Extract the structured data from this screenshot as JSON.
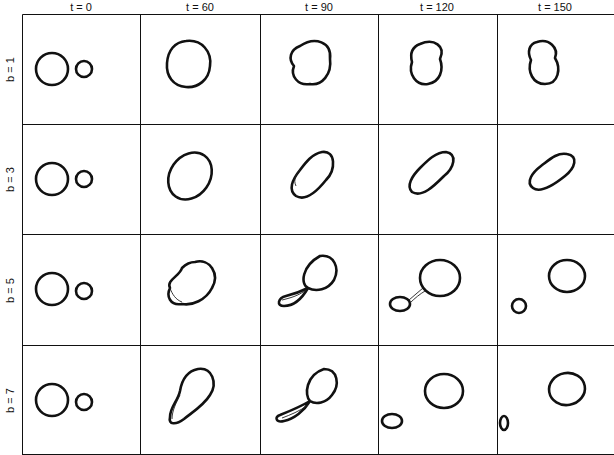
{
  "diagram": {
    "labels": [
      "t = 0",
      "t = 60",
      "t = 90",
      "t = 120",
      "t = 150",
      "b = 1",
      "b = 3",
      "b = 5",
      "b = 7"
    ]
  }
}
